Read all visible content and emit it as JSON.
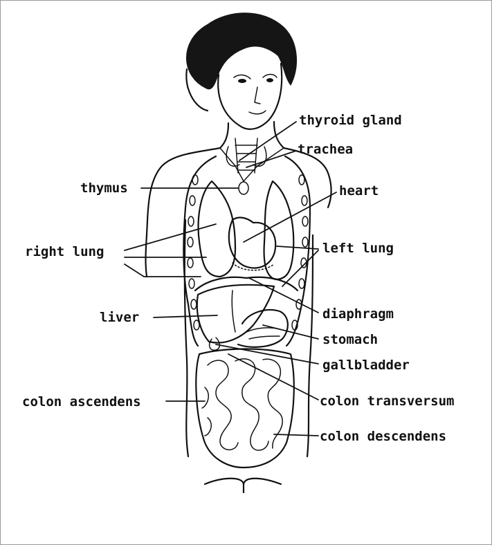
{
  "labels": {
    "thyroid_gland": "thyroid gland",
    "trachea": "trachea",
    "thymus": "thymus",
    "heart": "heart",
    "right_lung": "right lung",
    "left_lung": "left lung",
    "liver": "liver",
    "diaphragm": "diaphragm",
    "stomach": "stomach",
    "gallbladder": "gallbladder",
    "colon_ascendens": "colon ascendens",
    "colon_transversum": "colon transversum",
    "colon_descendens": "colon descendens"
  },
  "colors": {
    "ink": "#111111",
    "hair": "#151515",
    "background": "#ffffff"
  }
}
